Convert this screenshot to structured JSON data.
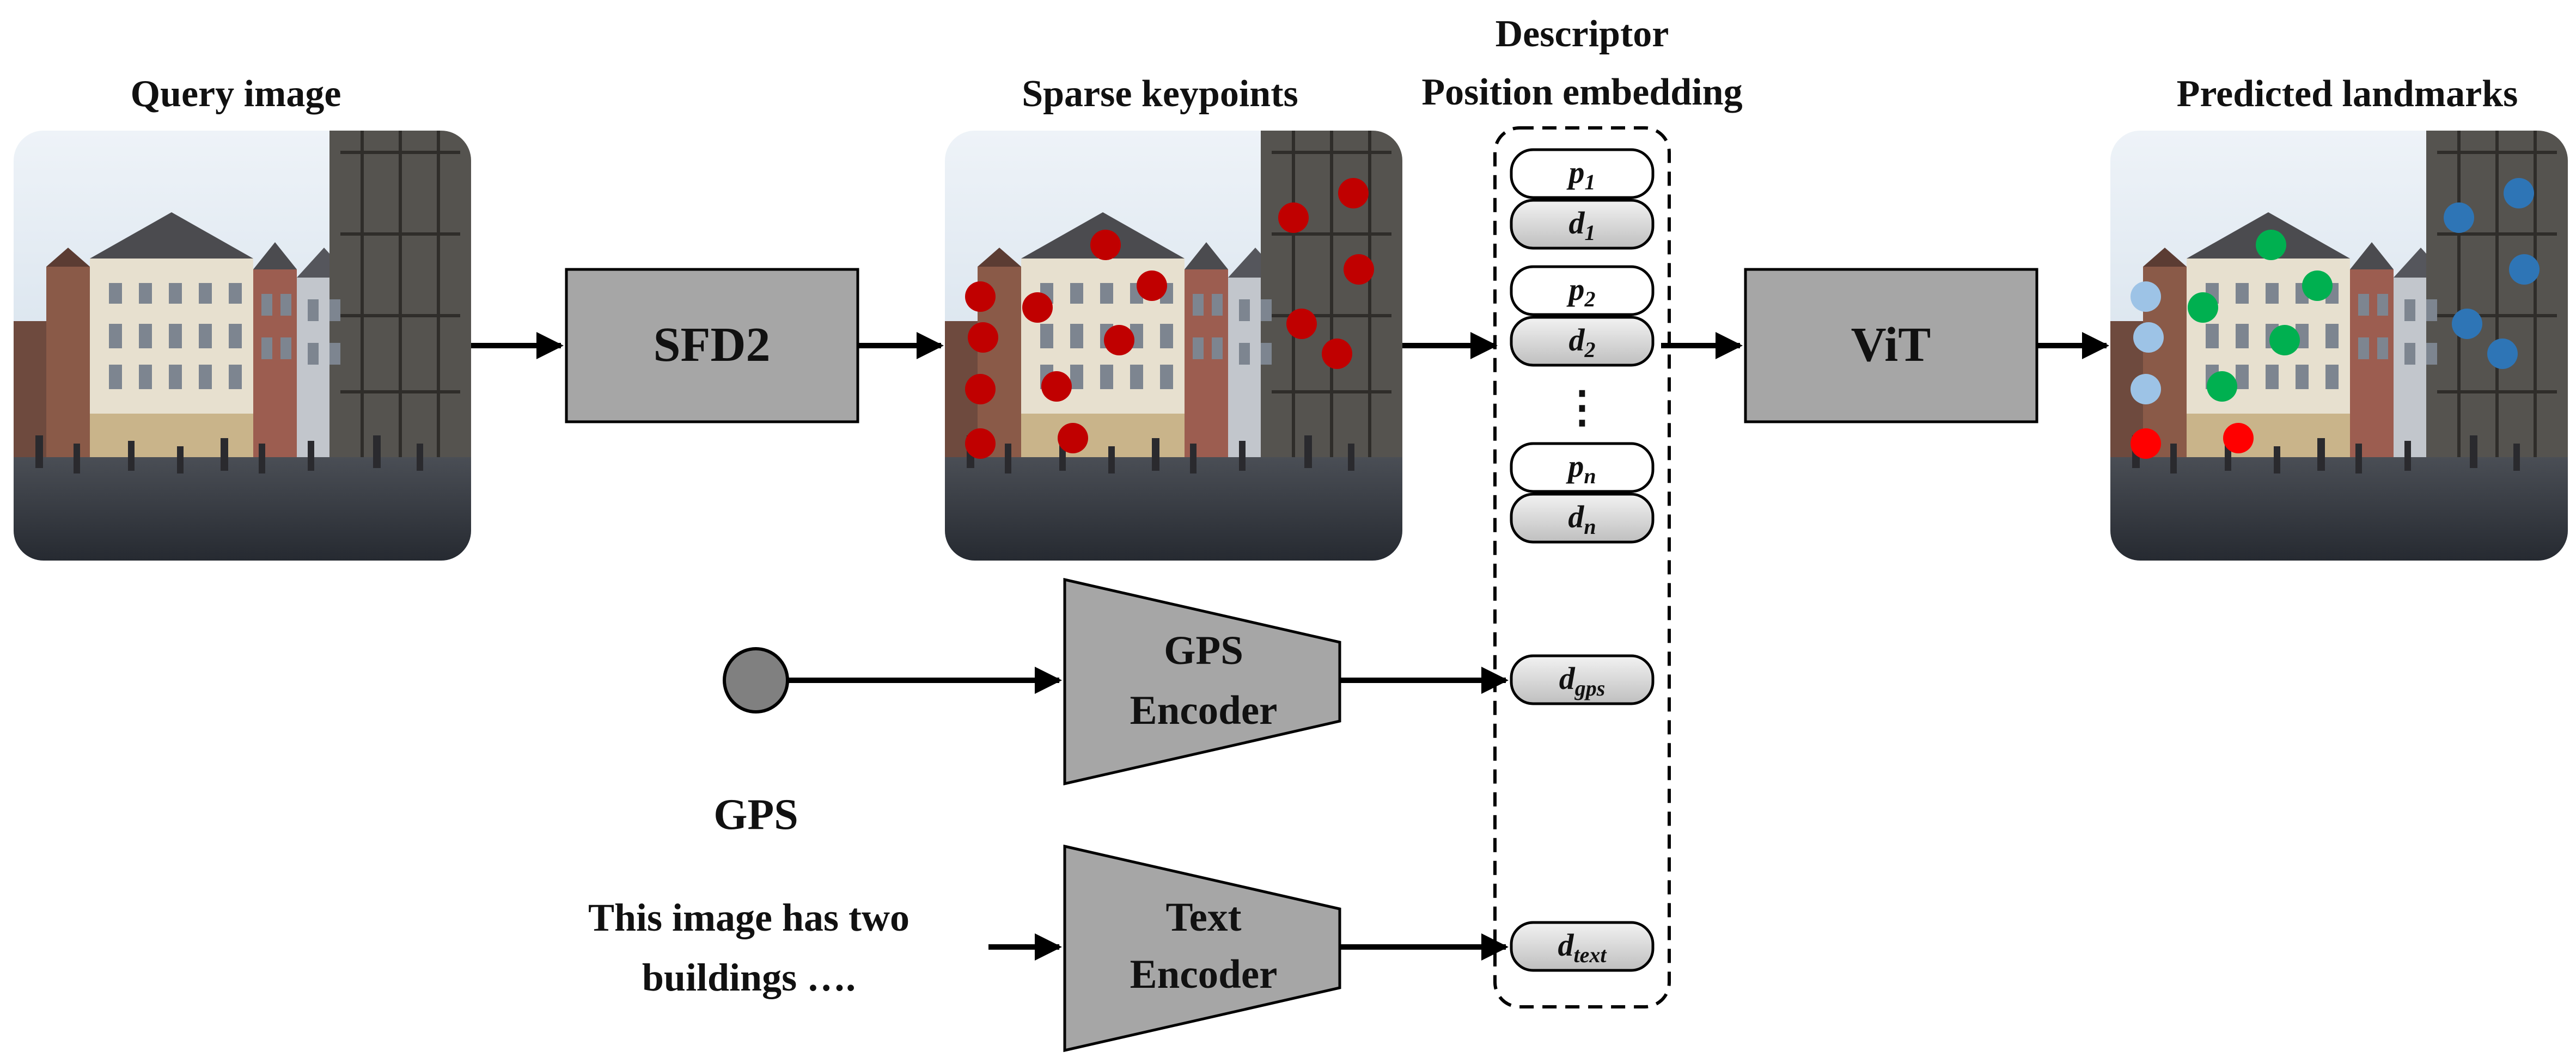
{
  "titles": {
    "query_image": "Query image",
    "sparse_keypoints": "Sparse keypoints",
    "descriptor": "Descriptor",
    "position_embedding": "Position embedding",
    "predicted_landmarks": "Predicted landmarks"
  },
  "blocks": {
    "sfd2": "SFD2",
    "vit": "ViT",
    "gps_encoder_line1": "GPS",
    "gps_encoder_line2": "Encoder",
    "text_encoder_line1": "Text",
    "text_encoder_line2": "Encoder"
  },
  "inputs": {
    "gps_label": "GPS",
    "text_line1": "This image has two",
    "text_line2": "buildings …."
  },
  "tokens": {
    "p1": {
      "base": "p",
      "sub": "1"
    },
    "d1": {
      "base": "d",
      "sub": "1"
    },
    "p2": {
      "base": "p",
      "sub": "2"
    },
    "d2": {
      "base": "d",
      "sub": "2"
    },
    "ellipsis": "⋮",
    "pn": {
      "base": "p",
      "sub": "n"
    },
    "dn": {
      "base": "d",
      "sub": "n"
    },
    "dgps": {
      "base": "d",
      "sub": "gps"
    },
    "dtext": {
      "base": "d",
      "sub": "text"
    }
  },
  "colors": {
    "block_fill": "#a6a6a6",
    "keypoint": "#c00000",
    "landmark_light_blue": "#9dc3e6",
    "landmark_green": "#00b050",
    "landmark_blue": "#2e75b6",
    "landmark_red": "#ff0000",
    "gps_node": "#808080"
  }
}
